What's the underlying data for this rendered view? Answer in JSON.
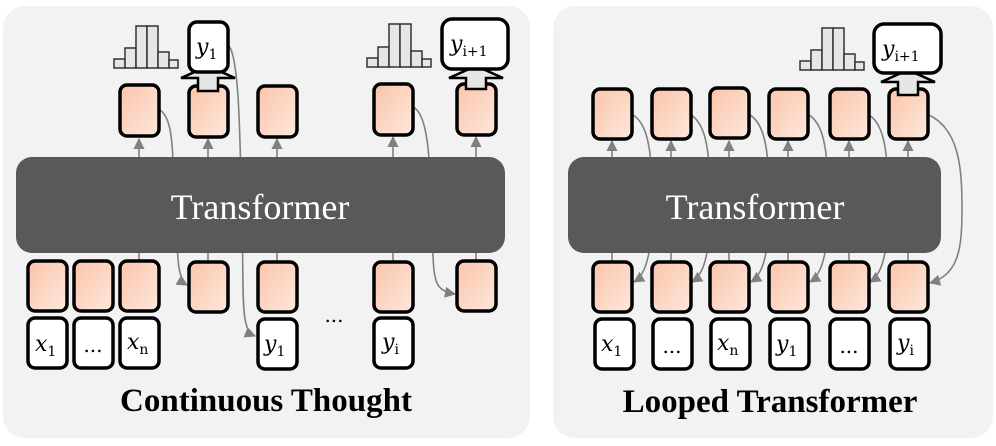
{
  "panels": [
    {
      "title": "Continuous Thought",
      "block_label": "Transformer",
      "input_tokens": [
        {
          "main": "x",
          "sub": "1"
        },
        {
          "main": "...",
          "sub": ""
        },
        {
          "main": "x",
          "sub": "n"
        },
        {
          "main": "y",
          "sub": "1"
        },
        {
          "main": "y",
          "sub": "i"
        }
      ],
      "ellipsis": "...",
      "outputs": [
        {
          "main": "y",
          "sub": "1"
        },
        {
          "main": "y",
          "sub": "i+1"
        }
      ]
    },
    {
      "title": "Looped Transformer",
      "block_label": "Transformer",
      "input_tokens": [
        {
          "main": "x",
          "sub": "1"
        },
        {
          "main": "...",
          "sub": ""
        },
        {
          "main": "x",
          "sub": "n"
        },
        {
          "main": "y",
          "sub": "1"
        },
        {
          "main": "...",
          "sub": ""
        },
        {
          "main": "y",
          "sub": "i"
        }
      ],
      "outputs": [
        {
          "main": "y",
          "sub": "i+1"
        }
      ]
    }
  ],
  "colors": {
    "panel": "#f2f2f2",
    "transformer": "#595959",
    "hidden_state": "#fcc9b0",
    "arrow": "#808080"
  }
}
